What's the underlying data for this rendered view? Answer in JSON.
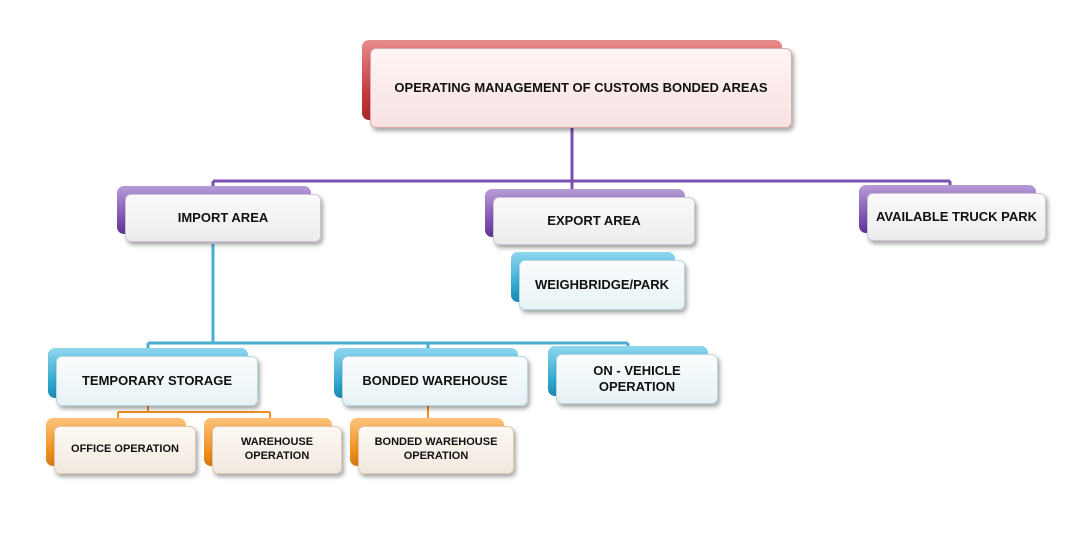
{
  "colors": {
    "root_accent": "#c0393c",
    "level1_accent": "#7a4fb0",
    "level2_accent": "#2ea7cf",
    "level3_accent": "#f0901f",
    "root_connector": "#7a4fb0",
    "import_connector": "#4aaed0",
    "orange_connector": "#f0901f"
  },
  "nodes": {
    "root": "OPERATING MANAGEMENT OF CUSTOMS BONDED AREAS",
    "import_area": "IMPORT AREA",
    "export_area": "EXPORT AREA",
    "truck_park": "AVAILABLE TRUCK PARK",
    "weighbridge": "WEIGHBRIDGE/PARK",
    "temporary_storage": "TEMPORARY STORAGE",
    "bonded_warehouse": "BONDED WAREHOUSE",
    "on_vehicle": "ON - VEHICLE OPERATION",
    "office_operation": "OFFICE OPERATION",
    "warehouse_operation": "WAREHOUSE OPERATION",
    "bonded_warehouse_operation": "BONDED WAREHOUSE OPERATION"
  }
}
